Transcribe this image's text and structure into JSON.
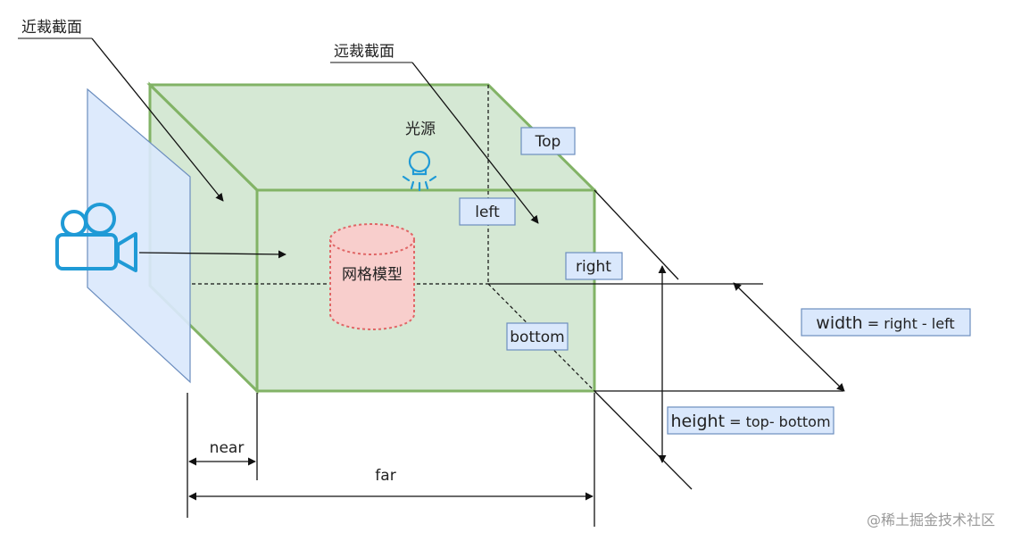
{
  "labels": {
    "near_plane": "近裁截面",
    "far_plane": "远裁截面",
    "light": "光源",
    "mesh": "网格模型",
    "near": "near",
    "far": "far"
  },
  "boxes": {
    "top": "Top",
    "left": "left",
    "right": "right",
    "bottom": "bottom",
    "width_main": "width",
    "width_formula": " = right - left",
    "height_main": "height",
    "height_formula": " = top- bottom"
  },
  "watermark": "@稀土掘金技术社区",
  "icons": {
    "camera": "camera-icon",
    "light": "light-bulb-icon"
  },
  "colors": {
    "frustum_fill": "#d5e8d4",
    "frustum_stroke": "#82b366",
    "near_plane_fill": "#dae8fc",
    "near_plane_stroke": "#6c8ebf",
    "mesh_fill": "#f8cecc",
    "mesh_stroke": "#e06666",
    "camera": "#1f9ad6",
    "label_box_fill": "#dae8fc",
    "label_box_stroke": "#6c8ebf"
  }
}
